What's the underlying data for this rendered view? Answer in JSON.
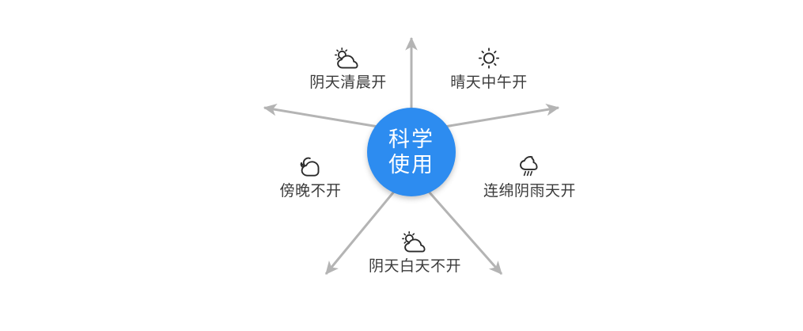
{
  "hub": {
    "name": "center-hub",
    "line1": "科学",
    "line2": "使用",
    "color": "#2d8cf0",
    "text_color": "#ffffff"
  },
  "theme": {
    "background": "#ffffff",
    "arrow_color": "#b4b4b4",
    "label_color": "#3b3b3b",
    "icon_color": "#2b2b2b"
  },
  "nodes": [
    {
      "id": "cloudy-morning",
      "label": "阴天清晨开",
      "icon": "sun-behind-cloud-icon",
      "position": "top-left"
    },
    {
      "id": "sunny-noon",
      "label": "晴天中午开",
      "icon": "sun-icon",
      "position": "top-right"
    },
    {
      "id": "continuous-rain",
      "label": "连绵阴雨天开",
      "icon": "rain-cloud-icon",
      "position": "right"
    },
    {
      "id": "cloudy-daytime",
      "label": "阴天白天不开",
      "icon": "sun-behind-cloud-icon",
      "position": "bottom"
    },
    {
      "id": "evening",
      "label": "傍晚不开",
      "icon": "moon-behind-cloud-icon",
      "position": "left"
    }
  ],
  "arrows": [
    {
      "id": "arrow-up",
      "direction": "up",
      "from": "center-hub",
      "to": "between-top-labels"
    },
    {
      "id": "arrow-up-left",
      "direction": "up-left",
      "from": "center-hub",
      "to": "cloudy-morning"
    },
    {
      "id": "arrow-up-right",
      "direction": "up-right",
      "from": "center-hub",
      "to": "sunny-noon"
    },
    {
      "id": "arrow-down-left",
      "direction": "down-left",
      "from": "center-hub",
      "to": "evening"
    },
    {
      "id": "arrow-down-right",
      "direction": "down-right",
      "from": "center-hub",
      "to": "continuous-rain"
    }
  ]
}
